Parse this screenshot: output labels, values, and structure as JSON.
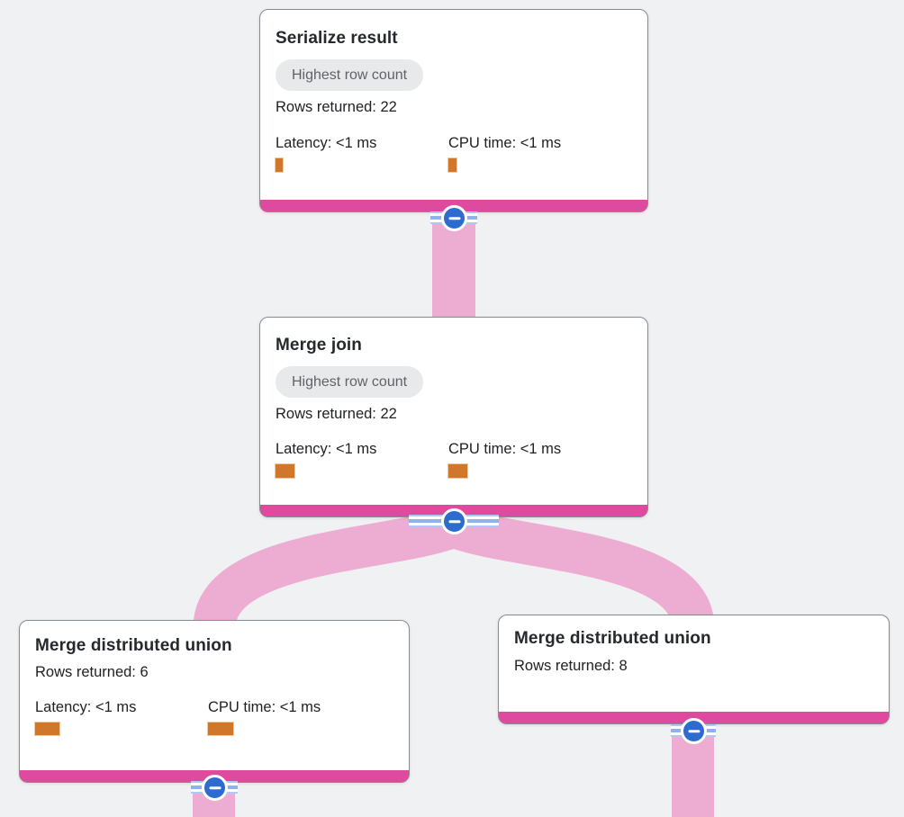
{
  "view": {
    "kind": "query-plan-graph",
    "background_color": "#f0f1f3"
  },
  "colors": {
    "node_accent_bar": "#de4a9d",
    "edge_band": "#edadd2",
    "meter_fill": "#d1772c",
    "collapse_button": "#2e6bcf",
    "ribbon_stripe": "#8fb1ec",
    "badge_background": "#e8e9ea",
    "badge_text": "#5f6368",
    "body_text": "#202124"
  },
  "nodes": [
    {
      "id": "serialize-result",
      "title": "Serialize result",
      "badge": "Highest row count",
      "rows_line": "Rows returned: 22",
      "latency_label": "Latency: <1 ms",
      "cpu_label": "CPU time: <1 ms",
      "latency_bar": {
        "w": 8,
        "h": 15
      },
      "cpu_bar": {
        "w": 9,
        "h": 15
      }
    },
    {
      "id": "merge-join",
      "title": "Merge join",
      "badge": "Highest row count",
      "rows_line": "Rows returned: 22",
      "latency_label": "Latency: <1 ms",
      "cpu_label": "CPU time: <1 ms",
      "latency_bar": {
        "w": 21,
        "h": 15
      },
      "cpu_bar": {
        "w": 21,
        "h": 15
      }
    },
    {
      "id": "merge-distributed-union-left",
      "title": "Merge distributed union",
      "rows_line": "Rows returned: 6",
      "latency_label": "Latency: <1 ms",
      "cpu_label": "CPU time: <1 ms",
      "latency_bar": {
        "w": 27,
        "h": 14
      },
      "cpu_bar": {
        "w": 28,
        "h": 14
      }
    },
    {
      "id": "merge-distributed-union-right",
      "title": "Merge distributed union",
      "rows_line": "Rows returned: 8"
    }
  ],
  "edges": [
    {
      "from": "serialize-result",
      "to": "merge-join"
    },
    {
      "from": "merge-join",
      "to": "merge-distributed-union-left"
    },
    {
      "from": "merge-join",
      "to": "merge-distributed-union-right"
    },
    {
      "from": "merge-distributed-union-left",
      "to": "offscreen-below"
    },
    {
      "from": "merge-distributed-union-right",
      "to": "offscreen-below"
    }
  ],
  "expanders": [
    {
      "node": "serialize-result",
      "icon": "minus-icon",
      "state": "expanded"
    },
    {
      "node": "merge-join",
      "icon": "minus-icon",
      "state": "expanded"
    },
    {
      "node": "merge-distributed-union-left",
      "icon": "minus-icon",
      "state": "expanded"
    },
    {
      "node": "merge-distributed-union-right",
      "icon": "minus-icon",
      "state": "expanded"
    }
  ]
}
